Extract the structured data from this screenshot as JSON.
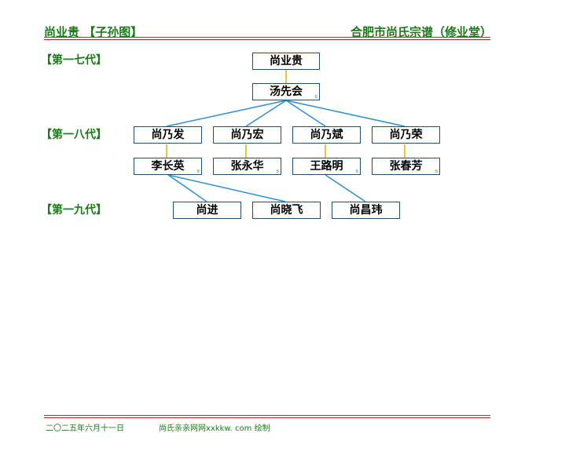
{
  "header": {
    "left": "尚业贵 【子孙图】",
    "right": "合肥市尚氏宗谱（修业堂）"
  },
  "generations": [
    "【第一七代】",
    "【第一八代】",
    "【第一九代】"
  ],
  "nodes": {
    "gen17_root": "尚业贵",
    "gen17_spouse": "汤先会",
    "gen18_son1": "尚乃发",
    "gen18_son2": "尚乃宏",
    "gen18_son3": "尚乃斌",
    "gen18_son4": "尚乃荣",
    "gen18_spouse1": "李长英",
    "gen18_spouse2": "张永华",
    "gen18_spouse3": "王路明",
    "gen18_spouse4": "张春芳",
    "gen19_child1": "尚进",
    "gen19_child2": "尚晓飞",
    "gen19_child3": "尚昌玮"
  },
  "spouse_mark": "s",
  "colors": {
    "accent_green": "#1a7a1a",
    "rule_red": "#cc2222",
    "link_blue": "#2a8fd6",
    "spouse_link_gold": "#e0b000"
  },
  "footer": {
    "date": "二〇二五年六月十一日",
    "credit": "尚氏亲亲网网xxkkw. com 绘制"
  }
}
